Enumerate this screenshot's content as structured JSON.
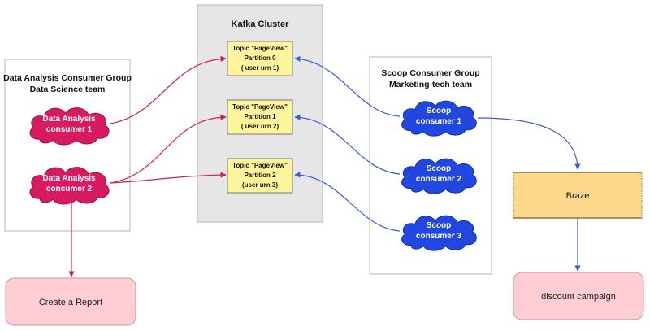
{
  "colors": {
    "da_cloud": "#d81b60",
    "scoop_cloud": "#2246e0",
    "da_edge": "#cc1f5a",
    "scoop_edge": "#3b5bdb",
    "cluster_fill": "#e6e6e6",
    "topic_fill": "#fff59d",
    "braze_fill": "#fcd98a",
    "output_fill": "#ffcdd2"
  },
  "kafka": {
    "title": "Kafka Cluster",
    "partitions": [
      {
        "line1": "Topic \"PageView\"",
        "line2": "Partition 0",
        "line3": "( user urn 1)"
      },
      {
        "line1": "Topic \"PageView\"",
        "line2": "Partition 1",
        "line3": "( user urn 2)"
      },
      {
        "line1": "Topic \"PageView\"",
        "line2": "Partition 2",
        "line3": "(user urn 3)"
      }
    ]
  },
  "data_analysis_group": {
    "title_line1": "Data Analysis Consumer Group",
    "title_line2": "Data Science team",
    "consumers": [
      {
        "line1": "Data Analysis",
        "line2": "consumer 1"
      },
      {
        "line1": "Data Analysis",
        "line2": "consumer 2"
      }
    ]
  },
  "scoop_group": {
    "title_line1": "Scoop  Consumer Group",
    "title_line2": "Marketing-tech team",
    "consumers": [
      {
        "line1": "Scoop",
        "line2": "consumer 1"
      },
      {
        "line1": "Scoop",
        "line2": "consumer 2"
      },
      {
        "line1": "Scoop",
        "line2": "consumer 3"
      }
    ]
  },
  "braze": {
    "label": "Braze"
  },
  "report": {
    "label": "Create a Report"
  },
  "campaign": {
    "label": "discount campaign"
  }
}
